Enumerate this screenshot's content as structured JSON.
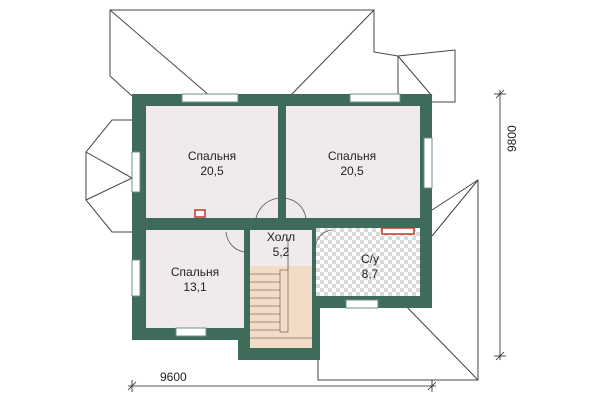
{
  "colors": {
    "wall": "#3f6b5a",
    "room_fill": "#f1eaed",
    "bath_tile": "#d9d9d9",
    "stair_fill": "#f1dcc8",
    "window": "#ffffff",
    "radiator": "#c0392b",
    "roof_line": "#444444"
  },
  "rooms": [
    {
      "name": "Спальня",
      "area": "20,5"
    },
    {
      "name": "Спальня",
      "area": "20,5"
    },
    {
      "name": "Спальня",
      "area": "13,1"
    },
    {
      "name": "Холл",
      "area": "5,2"
    },
    {
      "name": "С/у",
      "area": "8,7"
    }
  ],
  "dimensions": {
    "width": "9600",
    "height": "9800"
  }
}
